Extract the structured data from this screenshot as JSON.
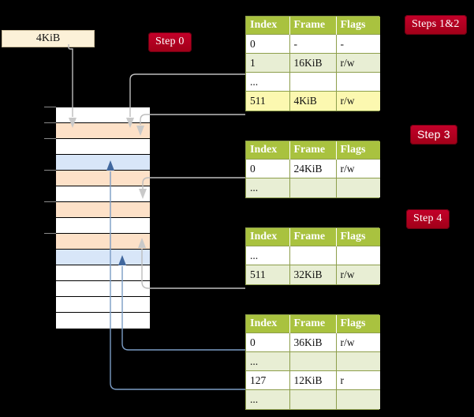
{
  "diagram": {
    "title_hidden": "",
    "colors": {
      "badge": "#b00020",
      "table_header": "#a9c23f",
      "table_alt_row": "#e8eed4",
      "highlight": "#fcf8b0",
      "mem_blue": "#d8e6f8",
      "mem_orange": "#fde1c8",
      "kib_box": "#fcf1d8",
      "connector_gray": "#bdbdbd",
      "connector_blue": "#7b9cc4"
    }
  },
  "badges": {
    "step0": "Step 0",
    "steps12": "Steps 1&2",
    "step3": "Step 3",
    "step4": "Step 4"
  },
  "source_box": {
    "label": "4KiB"
  },
  "memory": {
    "name": "physical-memory-column",
    "rows": [
      {
        "fill": "white"
      },
      {
        "fill": "orange"
      },
      {
        "fill": "white"
      },
      {
        "fill": "blue"
      },
      {
        "fill": "orange"
      },
      {
        "fill": "white"
      },
      {
        "fill": "orange"
      },
      {
        "fill": "white"
      },
      {
        "fill": "orange"
      },
      {
        "fill": "blue"
      },
      {
        "fill": "white"
      },
      {
        "fill": "white"
      },
      {
        "fill": "white"
      },
      {
        "fill": "white"
      }
    ]
  },
  "tables": [
    {
      "name": "page-table-level-4",
      "headers": [
        "Index",
        "Frame",
        "Flags"
      ],
      "rows": [
        {
          "cells": [
            "0",
            "-",
            "-"
          ],
          "alt": false,
          "highlight": false
        },
        {
          "cells": [
            "1",
            "16KiB",
            "r/w"
          ],
          "alt": true,
          "highlight": false
        },
        {
          "cells": [
            "...",
            "",
            ""
          ],
          "alt": false,
          "highlight": false
        },
        {
          "cells": [
            "511",
            "4KiB",
            "r/w"
          ],
          "alt": true,
          "highlight": true
        }
      ]
    },
    {
      "name": "page-table-level-3",
      "headers": [
        "Index",
        "Frame",
        "Flags"
      ],
      "rows": [
        {
          "cells": [
            "0",
            "24KiB",
            "r/w"
          ],
          "alt": false,
          "highlight": false
        },
        {
          "cells": [
            "...",
            "",
            ""
          ],
          "alt": true,
          "highlight": false
        }
      ]
    },
    {
      "name": "page-table-level-2",
      "headers": [
        "Index",
        "Frame",
        "Flags"
      ],
      "rows": [
        {
          "cells": [
            "...",
            "",
            ""
          ],
          "alt": false,
          "highlight": false
        },
        {
          "cells": [
            "511",
            "32KiB",
            "r/w"
          ],
          "alt": true,
          "highlight": false
        }
      ]
    },
    {
      "name": "page-table-level-1",
      "headers": [
        "Index",
        "Frame",
        "Flags"
      ],
      "rows": [
        {
          "cells": [
            "0",
            "36KiB",
            "r/w"
          ],
          "alt": false,
          "highlight": false
        },
        {
          "cells": [
            "...",
            "",
            ""
          ],
          "alt": true,
          "highlight": false
        },
        {
          "cells": [
            "127",
            "12KiB",
            "r"
          ],
          "alt": false,
          "highlight": false
        },
        {
          "cells": [
            "...",
            "",
            ""
          ],
          "alt": true,
          "highlight": false
        }
      ]
    }
  ]
}
